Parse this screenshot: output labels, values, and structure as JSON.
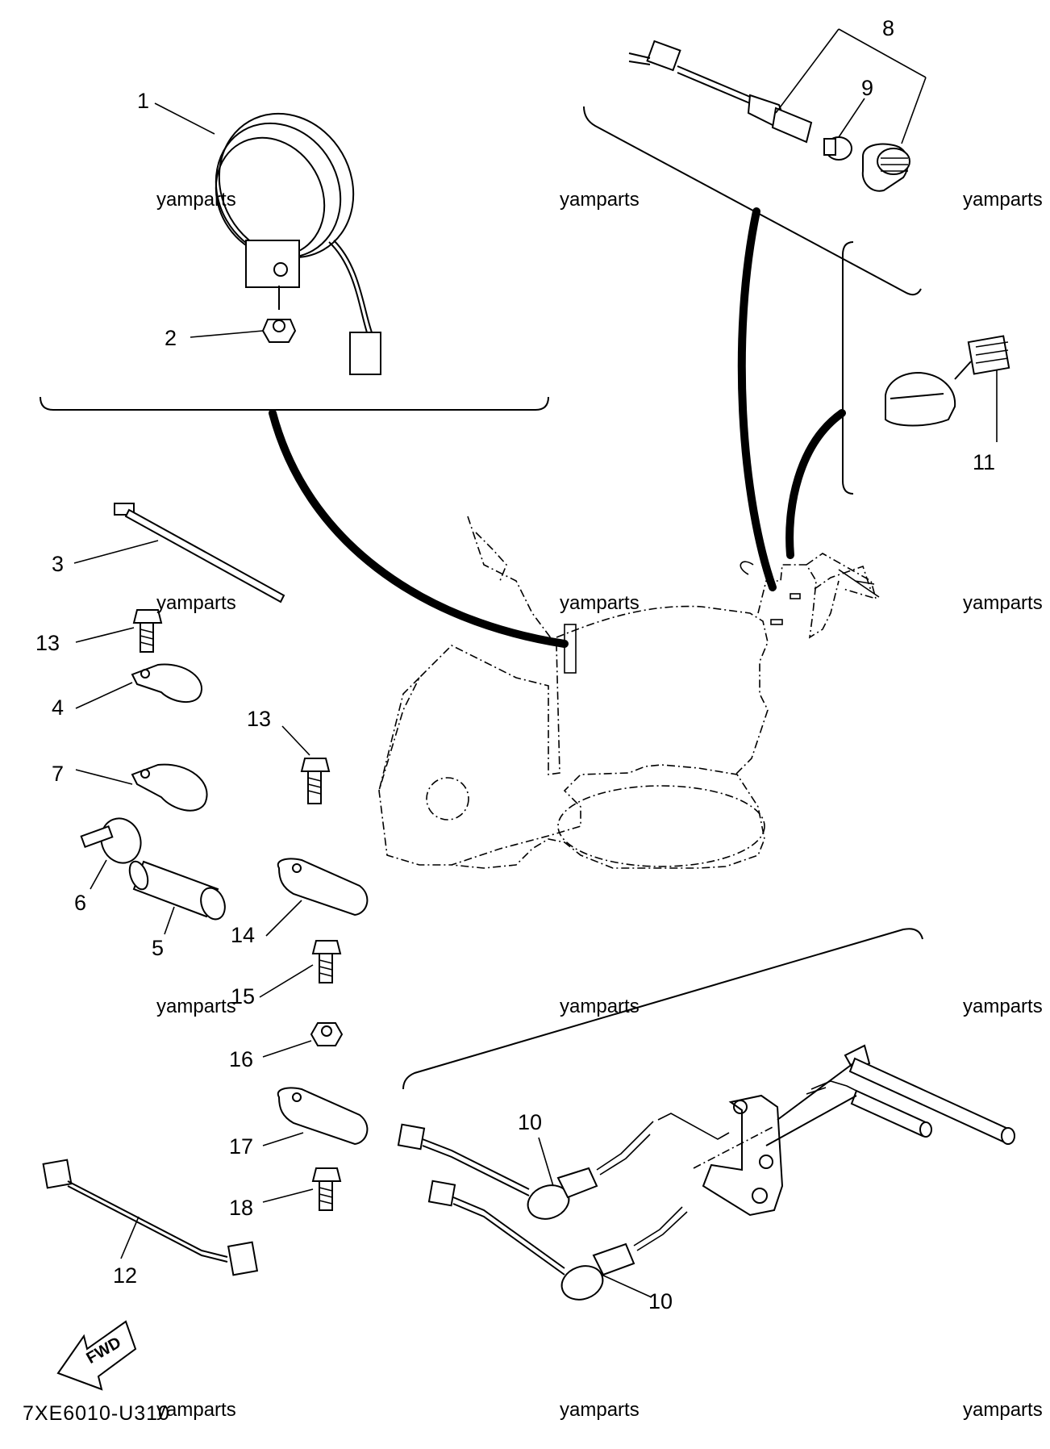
{
  "diagram": {
    "code": "7XE6010-U310",
    "fwd_label": "FWD",
    "watermark": "yamparts",
    "callouts": [
      {
        "id": "1",
        "text": "1"
      },
      {
        "id": "2",
        "text": "2"
      },
      {
        "id": "3",
        "text": "3"
      },
      {
        "id": "13a",
        "text": "13"
      },
      {
        "id": "4",
        "text": "4"
      },
      {
        "id": "7",
        "text": "7"
      },
      {
        "id": "13b",
        "text": "13"
      },
      {
        "id": "6",
        "text": "6"
      },
      {
        "id": "5",
        "text": "5"
      },
      {
        "id": "14",
        "text": "14"
      },
      {
        "id": "15",
        "text": "15"
      },
      {
        "id": "16",
        "text": "16"
      },
      {
        "id": "17",
        "text": "17"
      },
      {
        "id": "18",
        "text": "18"
      },
      {
        "id": "12",
        "text": "12"
      },
      {
        "id": "10a",
        "text": "10"
      },
      {
        "id": "10b",
        "text": "10"
      },
      {
        "id": "8",
        "text": "8"
      },
      {
        "id": "9",
        "text": "9"
      },
      {
        "id": "11",
        "text": "11"
      }
    ]
  }
}
